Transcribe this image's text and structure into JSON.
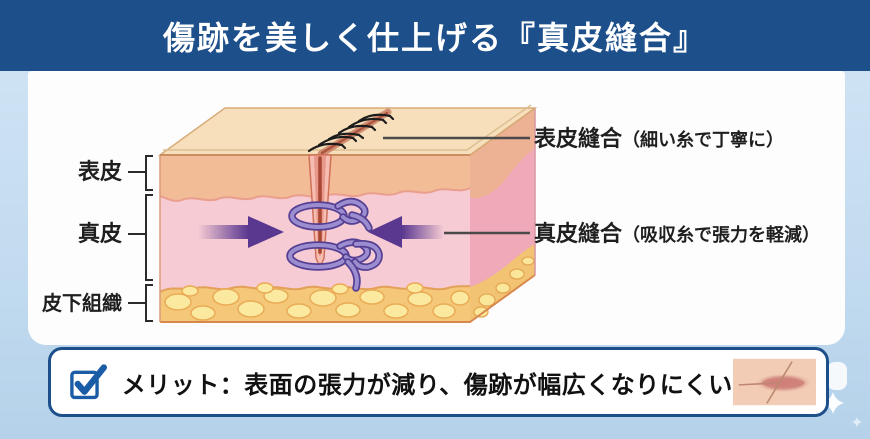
{
  "header": {
    "title": "傷跡を美しく仕上げる『真皮縫合』"
  },
  "diagram": {
    "layers": [
      {
        "label": "表皮",
        "color": "#f2bc96"
      },
      {
        "label": "真皮",
        "color": "#f7cbd4"
      },
      {
        "label": "皮下組織",
        "color": "#f4c878"
      }
    ],
    "annotations": [
      {
        "main": "表皮縫合",
        "sub": "（細い糸で丁寧に）"
      },
      {
        "main": "真皮縫合",
        "sub": "（吸収糸で張力を軽減）"
      }
    ],
    "icons": {
      "epidermal_stitches": "black-stitch-marks-icon",
      "dermal_suture": "purple-suture-loop-icon",
      "tension_arrows": "inward-purple-arrow-icon"
    },
    "colors": {
      "suture_purple": "#9b8dd0",
      "arrow_purple": "#5a3890",
      "wound_red": "#a84f3a"
    }
  },
  "merit": {
    "icon": "checkbox-checked-icon",
    "text": "メリット：表面の張力が減り、傷跡が幅広くなりにくい",
    "thumbnail": "healed-scar-image"
  },
  "theme": {
    "header_bg": "#1d4f8b",
    "page_bg": "#c4dcf0",
    "card_bg": "#fdfdfd",
    "check_blue": "#1b5ca6",
    "text_black": "#1f1f1f"
  }
}
